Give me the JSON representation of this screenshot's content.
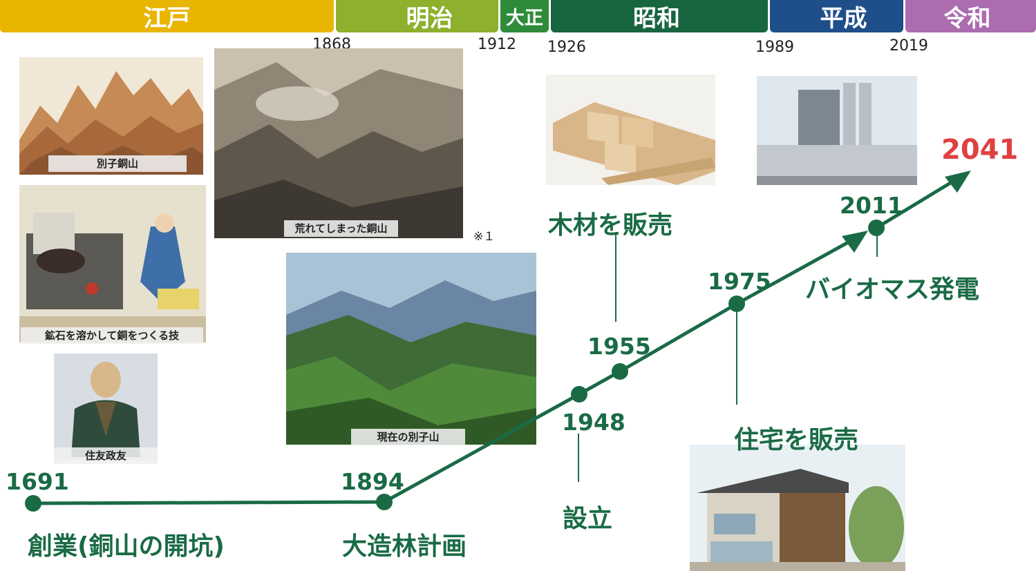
{
  "eras": [
    {
      "name": "江戸",
      "color": "#e8b500"
    },
    {
      "name": "明治",
      "color": "#8db02d"
    },
    {
      "name": "大正",
      "color": "#2e8b3a"
    },
    {
      "name": "昭和",
      "color": "#17663f"
    },
    {
      "name": "平成",
      "color": "#1f4f8a"
    },
    {
      "name": "令和",
      "color": "#ab6db0"
    }
  ],
  "era_years": [
    "1868",
    "1912",
    "1926",
    "1989",
    "2019"
  ],
  "captions": {
    "besshi": "別子銅山",
    "smelting": "鉱石を溶かして銅をつくる技",
    "founder": "住友政友",
    "ruined": "荒れてしまった銅山",
    "present": "現在の別子山"
  },
  "footnote": "※１",
  "milestones": [
    {
      "year": "1691",
      "event": "創業(銅山の開坑)"
    },
    {
      "year": "1894",
      "event": "大造林計画"
    },
    {
      "year": "1948",
      "event": "設立"
    },
    {
      "year": "1955",
      "event": "木材を販売"
    },
    {
      "year": "1975",
      "event": "住宅を販売"
    },
    {
      "year": "2011",
      "event": "バイオマス発電"
    }
  ],
  "target_year": "2041",
  "colors": {
    "line": "#1a6b45",
    "target": "#e04040"
  }
}
